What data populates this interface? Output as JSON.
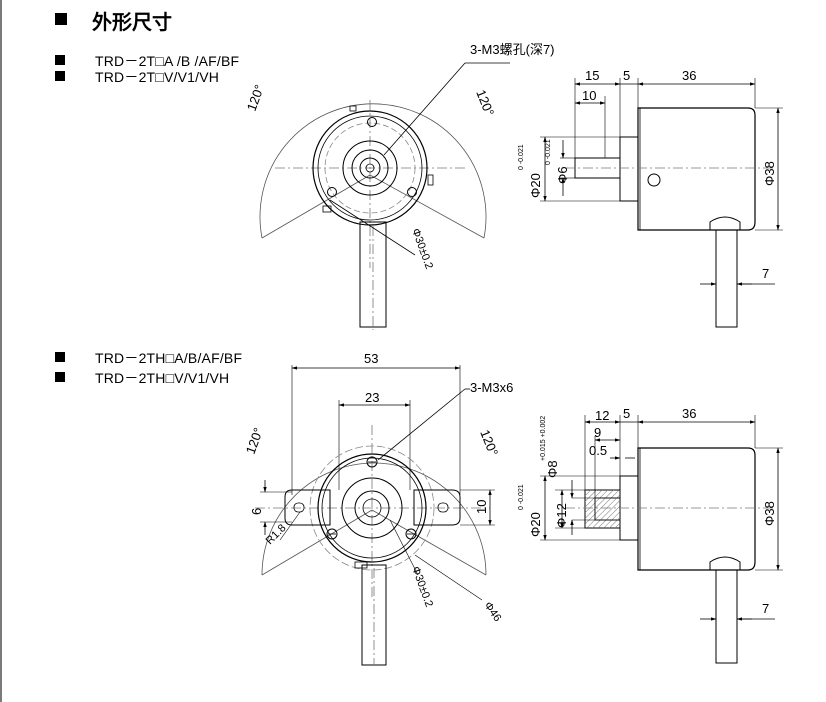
{
  "title": "外形尺寸",
  "section1": {
    "models": [
      "TRD－2T□A /B /AF/BF",
      "TRD－2T□V/V1/VH"
    ],
    "front": {
      "angle_left": "120°",
      "angle_right": "120°",
      "hole_note": "3-M3螺孔(深7)",
      "pcd": "Φ30±0.2"
    },
    "side": {
      "dim_15": "15",
      "dim_5": "5",
      "dim_36": "36",
      "dim_10": "10",
      "boss_dia": "Φ20",
      "boss_tol": "0 -0.021",
      "shaft_dia": "Φ6",
      "shaft_tol": "0 -0.021",
      "body_dia": "Φ38",
      "dim_7": "7"
    }
  },
  "section2": {
    "models": [
      "TRD－2TH□A/B/AF/BF",
      "TRD－2TH□V/V1/VH"
    ],
    "front": {
      "dim_53": "53",
      "dim_23": "23",
      "hole_note": "3-M3x6",
      "angle_left": "120°",
      "angle_right": "120°",
      "dim_6": "6",
      "radius": "R1.8",
      "dim_10": "10",
      "pcd": "Φ30±0.2",
      "outer": "Φ46"
    },
    "side": {
      "dim_12": "12",
      "dim_5": "5",
      "dim_36": "36",
      "dim_9": "9",
      "dim_05": "0.5",
      "bore_dia": "Φ8",
      "bore_tol": "+0.015 +0.002",
      "boss_dia": "Φ20",
      "boss_tol": "0 -0.021",
      "hub_dia": "Φ12",
      "body_dia": "Φ38",
      "dim_7": "7"
    }
  }
}
